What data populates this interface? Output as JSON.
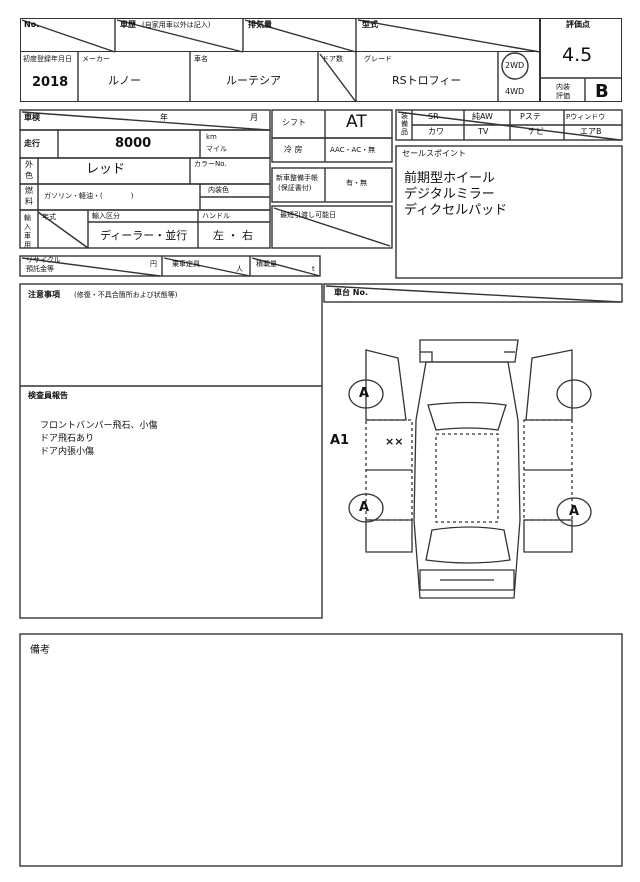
{
  "header": {
    "no_label": "No.",
    "history_label": "車歴",
    "history_note": "(自家用車以外は記入)",
    "displacement_label": "排気量",
    "model_type_label": "型式",
    "score_label": "評価点",
    "score_value": "4.5",
    "first_reg_label": "初度登録年月日",
    "first_reg_value": "2018",
    "maker_label": "メーカー",
    "maker_value": "ルノー",
    "car_name_label": "車名",
    "car_name_value": "ルーテシア",
    "doors_label": "ドア数",
    "grade_label": "グレード",
    "grade_value": "RSトロフィー",
    "drive_2wd": "2WD",
    "drive_4wd": "4WD",
    "interior_score_label_1": "内装",
    "interior_score_label_2": "評価",
    "interior_score_value": "B"
  },
  "details": {
    "inspection_label": "車検",
    "year_label": "年",
    "month_label": "月",
    "mileage_label": "走行",
    "mileage_value": "8000",
    "km_label": "km",
    "mile_label": "マイル",
    "exterior_color_label_1": "外",
    "exterior_color_label_2": "色",
    "exterior_color_value": "レッド",
    "color_no_label": "カラーNo.",
    "fuel_label_1": "燃",
    "fuel_label_2": "料",
    "fuel_options": "ガソリン・軽油・(　　　　)",
    "interior_color_label": "内装色",
    "import_label": "輸入車用",
    "import_type_label": "輸入区分",
    "import_type_value": "ディーラー・並行",
    "handle_label": "ハンドル",
    "handle_value": "左 ・ 右",
    "model_year_label": "年式",
    "recycle_label_1": "リサイクル",
    "recycle_label_2": "預託金等",
    "yen_label": "円",
    "capacity_label": "乗車定員",
    "persons_label": "人",
    "load_label": "積載量",
    "ton_label": "t",
    "shift_label": "シフト",
    "shift_value": "AT",
    "aircon_label": "冷 房",
    "aircon_options": "AAC・AC・無",
    "manual_label_1": "新車整備手帳",
    "manual_label_2": "(保証書付)",
    "manual_options": "有・無",
    "delivery_label": "最短引渡し可能日"
  },
  "equipment": {
    "side_label": "装備品",
    "items_row1": [
      "SR",
      "純AW",
      "Pステ",
      "Pウィンドウ"
    ],
    "items_row2": [
      "カワ",
      "TV",
      "ナビ",
      "エアB"
    ]
  },
  "sales_points": {
    "label": "セールスポイント",
    "lines": [
      "前期型ホイール",
      "デジタルミラー",
      "ディクセルパッド"
    ]
  },
  "notes": {
    "caution_label": "注意事項",
    "caution_note": "(修復・不具合箇所および状態等)",
    "inspector_label": "検査員報告",
    "inspector_lines": [
      "フロントバンパー飛石、小傷",
      "ドア飛石あり",
      "ドア内張小傷"
    ],
    "chassis_label": "車台 No."
  },
  "diagram": {
    "marks": [
      "A",
      "A",
      "A",
      "A1",
      "××"
    ]
  },
  "remarks": {
    "label": "備考"
  }
}
